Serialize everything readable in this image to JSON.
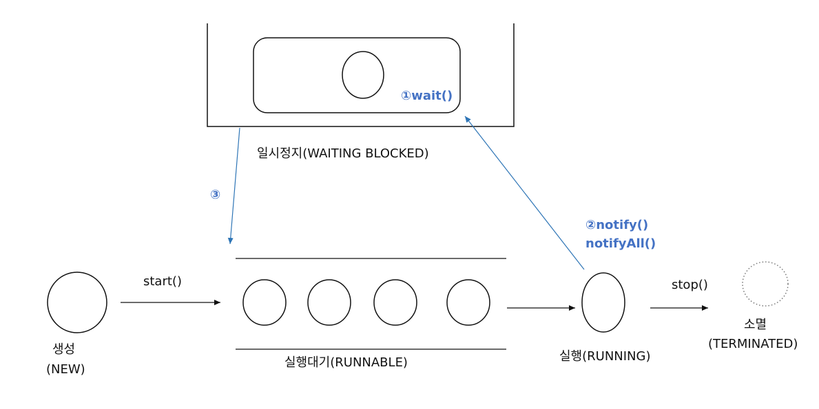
{
  "colors": {
    "stroke": "#111111",
    "accent": "#4472c4",
    "arrow_blue": "#2e75b6",
    "dotted": "#777777"
  },
  "states": {
    "new": {
      "line1": "생성",
      "line2": "(NEW)"
    },
    "runnable": {
      "label": "실행대기(RUNNABLE)"
    },
    "running": {
      "label": "실행(RUNNING)"
    },
    "terminated": {
      "line1": "소멸",
      "line2": "(TERMINATED)"
    },
    "waiting": {
      "label": "일시정지(WAITING BLOCKED)"
    }
  },
  "transitions": {
    "start": "start()",
    "stop": "stop()",
    "wait": "①wait()",
    "notify_line1": "②notify()",
    "notify_line2": "notifyAll()",
    "step3": "③"
  }
}
